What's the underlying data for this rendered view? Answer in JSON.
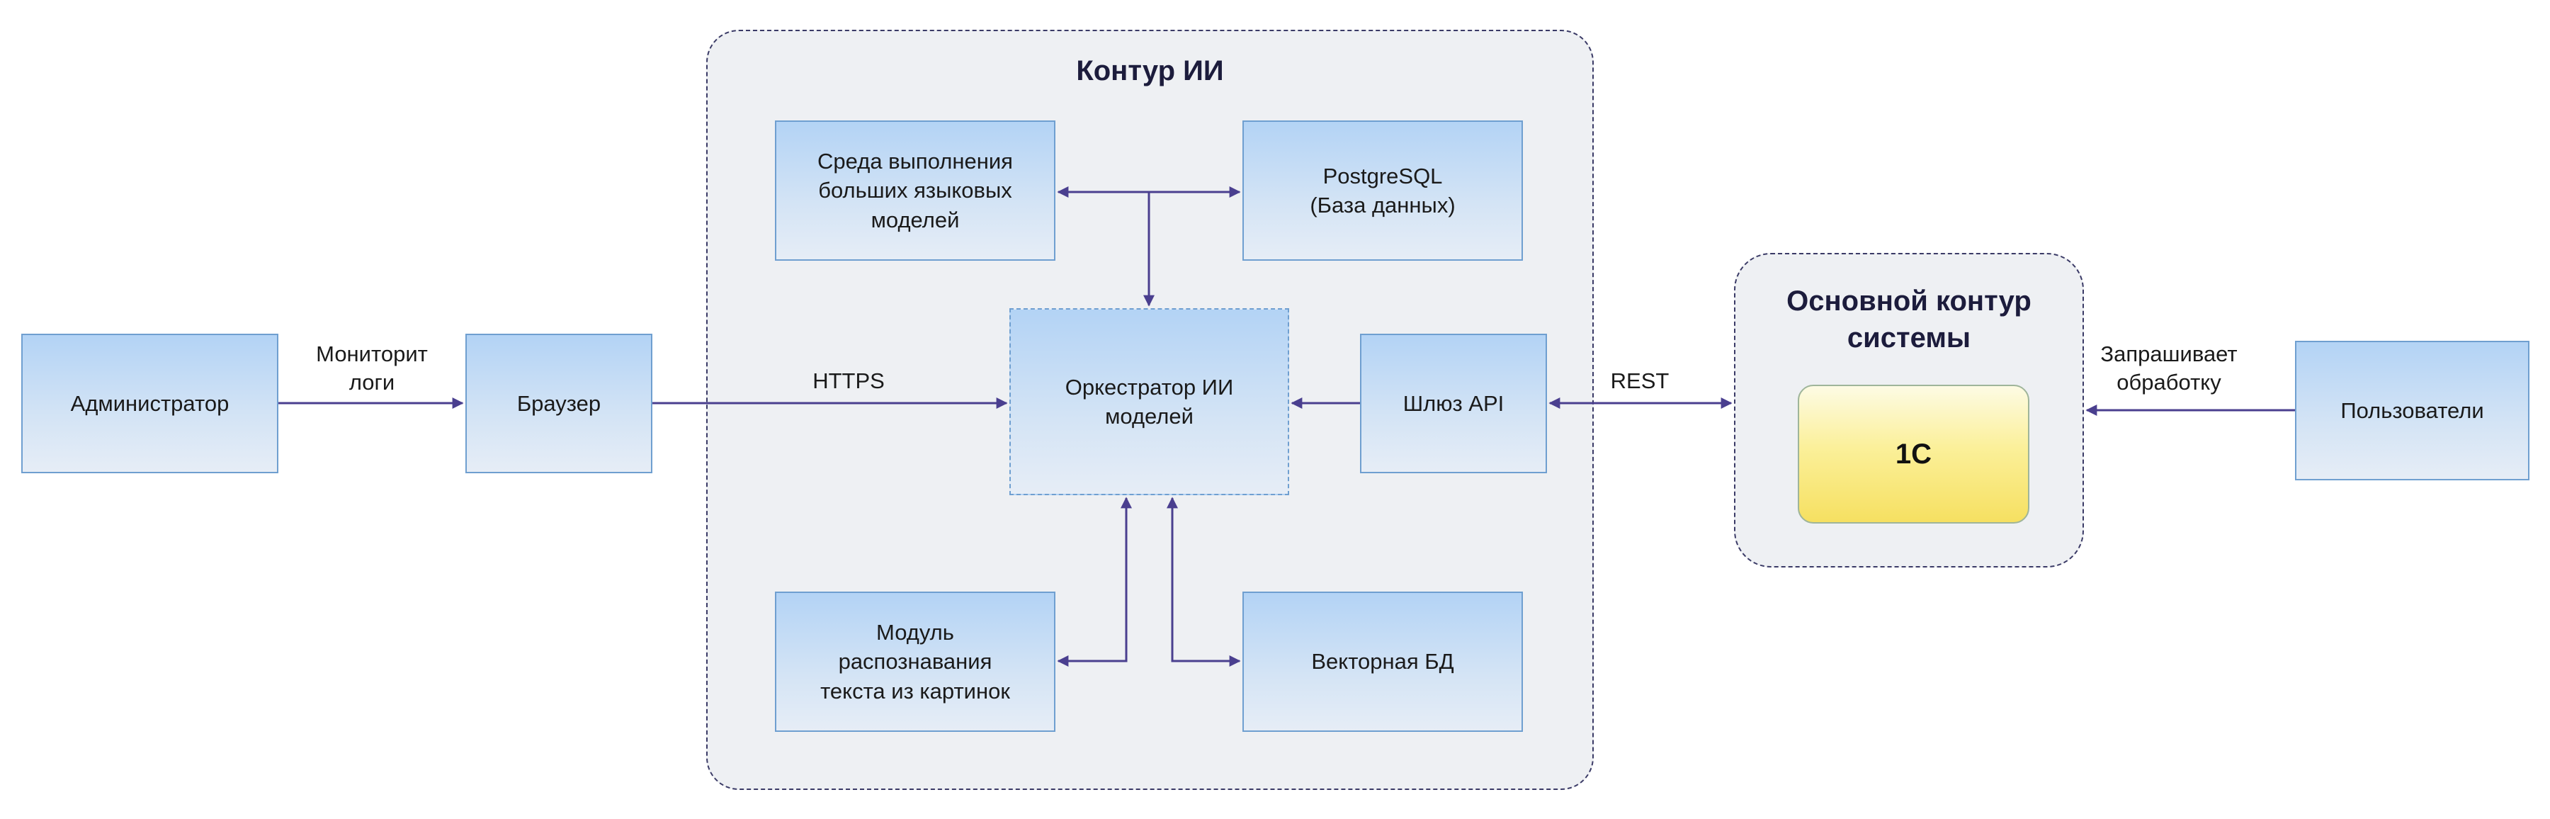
{
  "zones": {
    "ai": {
      "title": "Контур ИИ"
    },
    "main": {
      "title": "Основной контур\nсистемы"
    }
  },
  "nodes": {
    "admin": "Администратор",
    "browser": "Браузер",
    "llm_runtime": "Среда выполнения\nбольших языковых\nмоделей",
    "postgres": "PostgreSQL\n(База данных)",
    "orchestrator": "Оркестратор ИИ\nмоделей",
    "gateway": "Шлюз API",
    "ocr": "Модуль\nраспознавания\nтекста из картинок",
    "vector_db": "Векторная БД",
    "onec": "1С",
    "users": "Пользователи"
  },
  "edge_labels": {
    "monitor": "Мониторит\nлоги",
    "https": "HTTPS",
    "rest": "REST",
    "request": "Запрашивает\nобработку"
  },
  "colors": {
    "line": "#4a3f8f",
    "box_border": "#6f9fd0",
    "zone_border": "#3a3a66"
  }
}
